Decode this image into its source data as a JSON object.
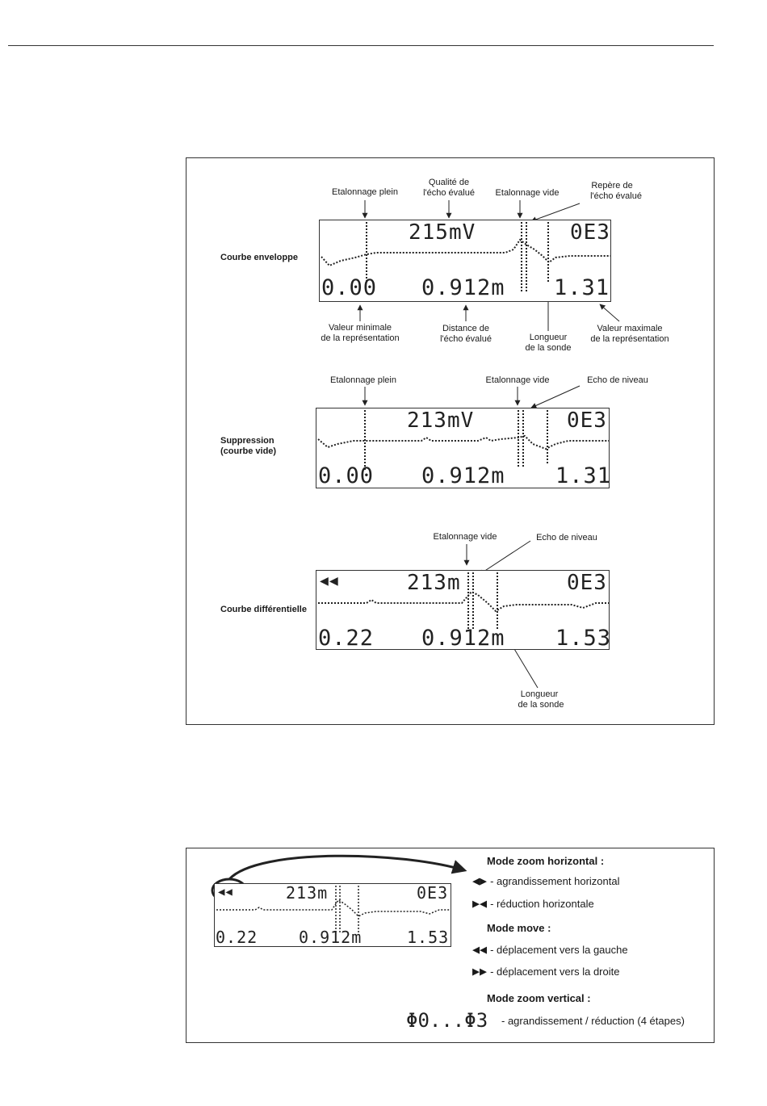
{
  "figure1": {
    "env": {
      "side_label": "Courbe enveloppe",
      "top_labels": {
        "etalonnage_plein": "Etalonnage plein",
        "qualite_1": "Qualité de",
        "qualite_2": "l'écho évalué",
        "etalonnage_vide": "Etalonnage vide",
        "repere_1": "Repère de",
        "repere_2": "l'écho évalué"
      },
      "bottom_labels": {
        "valmin_1": "Valeur minimale",
        "valmin_2": "de la représentation",
        "distance_1": "Distance de",
        "distance_2": "l'écho évalué",
        "longueur_1": "Longueur",
        "longueur_2": "de la sonde",
        "valmax_1": "Valeur maximale",
        "valmax_2": "de la représentation"
      },
      "lcd": {
        "top_value": "215mV",
        "top_right": "0E3",
        "left": "0.00",
        "middle": "0.912m",
        "right": "1.31"
      }
    },
    "sup": {
      "side_label_1": "Suppression",
      "side_label_2": "(courbe vide)",
      "labels": {
        "etalonnage_plein": "Etalonnage plein",
        "etalonnage_vide": "Etalonnage vide",
        "echo": "Echo de niveau"
      },
      "lcd": {
        "top_value": "213mV",
        "top_right": "0E3",
        "left": "0.00",
        "middle": "0.912m",
        "right": "1.31"
      }
    },
    "diff": {
      "side_label": "Courbe différentielle",
      "labels": {
        "etalonnage_vide": "Etalonnage vide",
        "echo": "Echo de niveau",
        "longueur_1": "Longueur",
        "longueur_2": "de la sonde"
      },
      "lcd": {
        "top_left": "◀◀",
        "top_value": "213m",
        "top_right": "0E3",
        "left": "0.22",
        "middle": "0.912m",
        "right": "1.53"
      }
    }
  },
  "figure2": {
    "lcd": {
      "top_left": "◀◀",
      "top_value": "213m",
      "top_right": "0E3",
      "left": "0.22",
      "middle": "0.912m",
      "right": "1.53"
    },
    "legend": {
      "h_zoom_title": "Mode zoom horizontal :",
      "h_zoom_in": "- agrandissement horizontal",
      "h_zoom_out": "- réduction horizontale",
      "move_title": "Mode move :",
      "move_left": "- déplacement vers la gauche",
      "move_right": "- déplacement vers la droite",
      "v_zoom_title": "Mode zoom vertical :",
      "v_zoom_text": "- agrandissement / réduction (4 étapes)",
      "v_zoom_range": "Φ0...Φ3"
    },
    "glyphs": {
      "zoom_in": "◀▶",
      "zoom_out": "▶◀",
      "move_left": "◀◀",
      "move_right": "▶▶"
    }
  }
}
